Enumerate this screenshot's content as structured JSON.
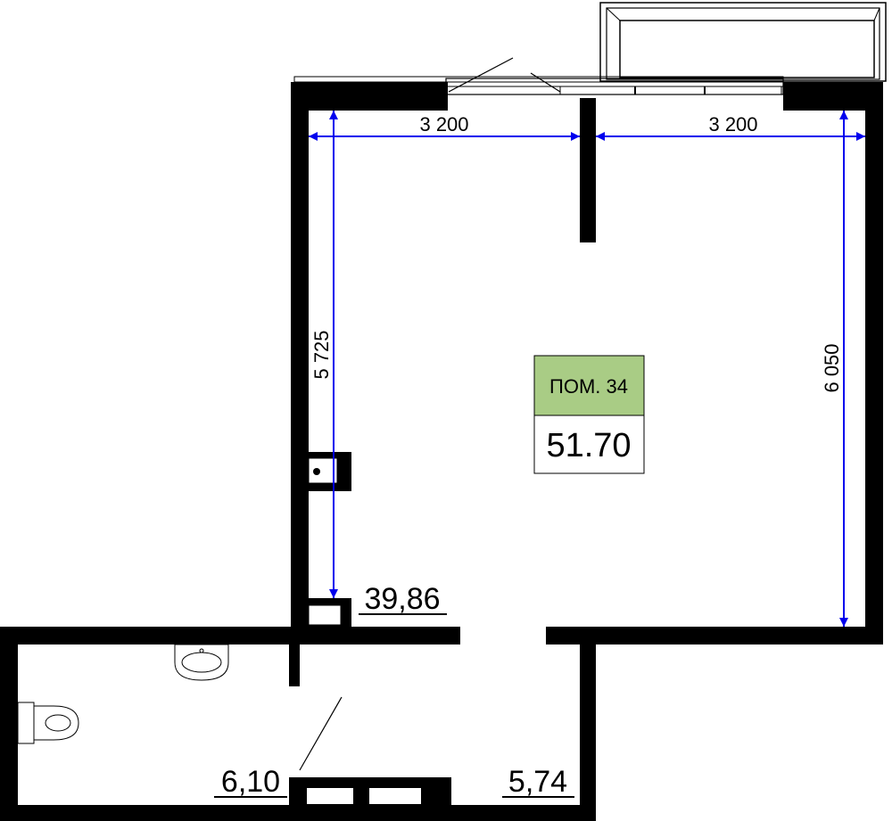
{
  "dimensions": {
    "width_left": "3 200",
    "width_right": "3 200",
    "height_left": "5 725",
    "height_right": "6 050"
  },
  "room_label": {
    "name": "ПОМ. 34",
    "area": "51.70",
    "header_color": "#a9cc85"
  },
  "room_areas": {
    "main": "39,86",
    "bathroom": "6,10",
    "hall": "5,74"
  },
  "colors": {
    "wall": "#000000",
    "dimension_line": "#0000ee"
  }
}
